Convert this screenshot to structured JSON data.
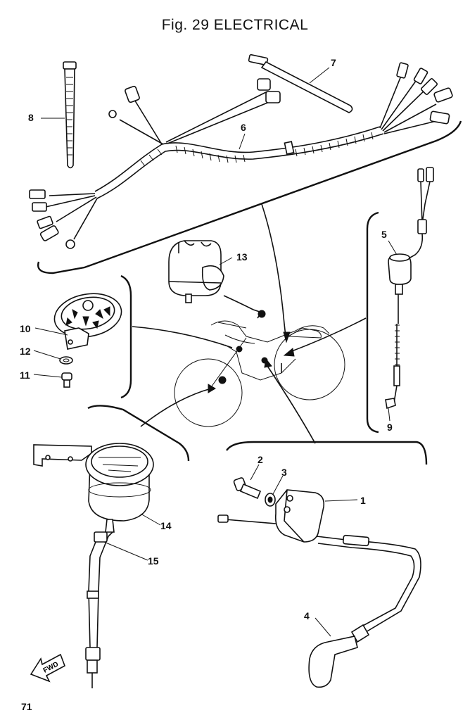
{
  "title": "Fig. 29  ELECTRICAL",
  "page_number": "71",
  "fwd_label": "FWD",
  "callouts": {
    "c1": "1",
    "c2": "2",
    "c3": "3",
    "c4": "4",
    "c5": "5",
    "c6": "6",
    "c7": "7",
    "c8": "8",
    "c9": "9",
    "c10": "10",
    "c11": "11",
    "c12": "12",
    "c13": "13",
    "c14": "14",
    "c15": "15"
  }
}
